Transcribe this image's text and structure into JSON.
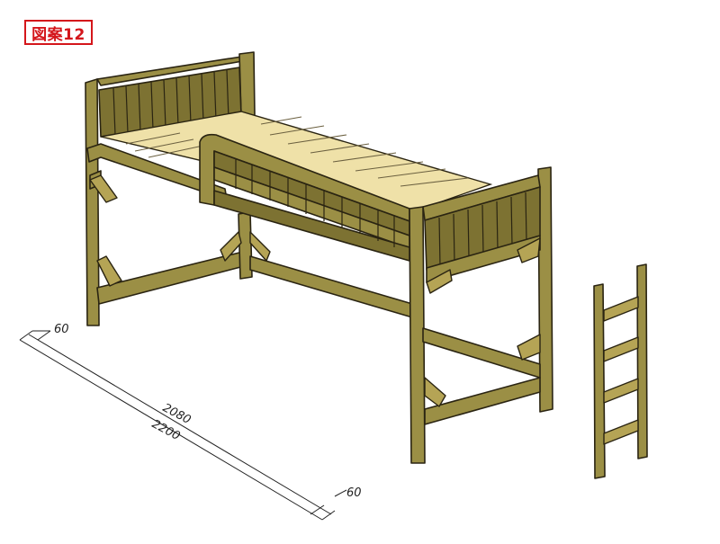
{
  "title": {
    "label": "図案12"
  },
  "dimensions": {
    "inner_length": "2080",
    "total_length": "2200",
    "left_post": "60",
    "right_post": "60"
  },
  "colors": {
    "title_red": "#d4161b",
    "wood": "#9b8f45",
    "wood_dark": "#7d7232",
    "deck": "#efe1a8"
  }
}
